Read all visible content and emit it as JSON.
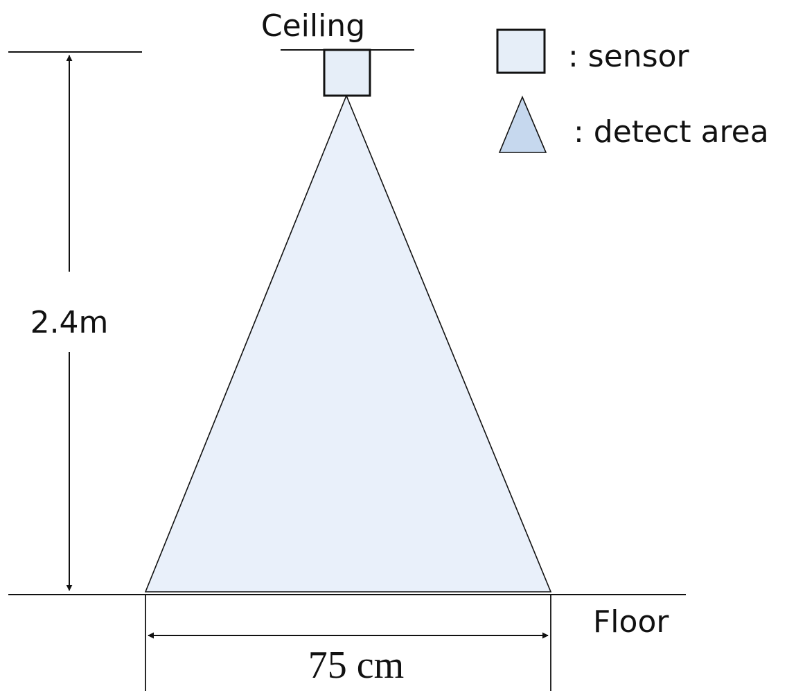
{
  "labels": {
    "ceiling": "Ceiling",
    "floor": "Floor",
    "height": "2.4m",
    "width": "75 cm"
  },
  "legend": {
    "sensor": ": sensor",
    "detect_area": ": detect area"
  },
  "colors": {
    "sensor_fill": "#e6eef8",
    "cone_fill": "#e9f0fa",
    "legend_triangle_fill": "#c6d8ee",
    "line": "#111111"
  }
}
